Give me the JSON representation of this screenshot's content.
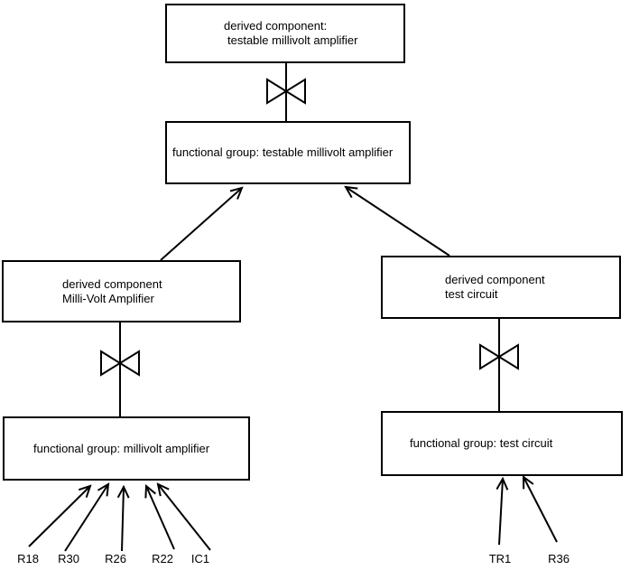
{
  "diagram_type": "component hierarchy diagram",
  "colors": {
    "line": "#000000",
    "text": "#000000",
    "background": "#ffffff"
  },
  "boxes": {
    "derived_testable": {
      "line1": "derived component:",
      "line2": "testable millivolt amplifier"
    },
    "fg_testable": {
      "label": "functional group: testable millivolt amplifier"
    },
    "derived_mva": {
      "line1": "derived component",
      "line2": "Milli-Volt Amplifier"
    },
    "derived_tc": {
      "line1": "derived component",
      "line2": "test circuit"
    },
    "fg_mva": {
      "label": "functional group: millivolt amplifier"
    },
    "fg_tc": {
      "label": "functional group: test circuit"
    }
  },
  "components": {
    "left": [
      "R18",
      "R30",
      "R26",
      "R22",
      "IC1"
    ],
    "right": [
      "TR1",
      "R36"
    ]
  }
}
